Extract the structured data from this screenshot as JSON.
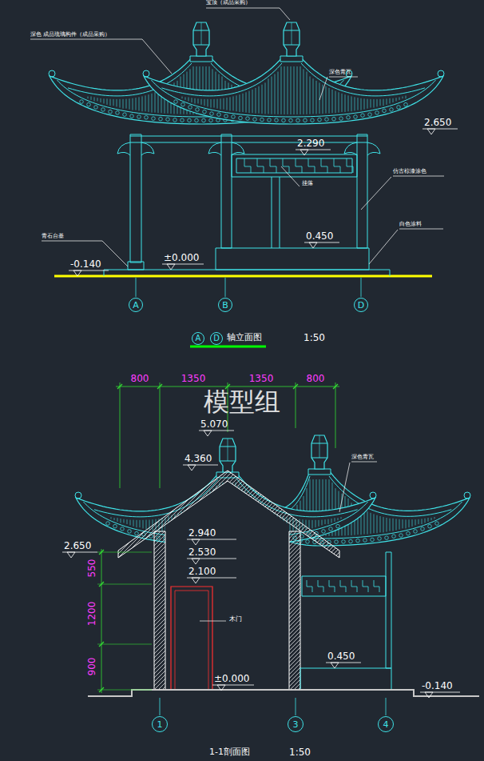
{
  "diagram": {
    "nodes": [
      {
        "text": [
          "A"
        ]
      },
      {
        "text": [
          "B"
        ]
      },
      {
        "text": [
          "D"
        ]
      },
      {
        "text": [
          "A"
        ]
      },
      {
        "text": [
          "D"
        ]
      },
      {
        "text": [
          "1"
        ]
      },
      {
        "text": [
          "3"
        ]
      },
      {
        "text": [
          "4"
        ]
      }
    ],
    "labels": [
      "宝顶（成品采购）",
      "深色 成品琉璃构件（成品采购）",
      "深色青瓦",
      "2.650",
      "2.290",
      "挂落",
      "仿古棕漆涂色",
      "白色涂料",
      "0.450",
      "青石台基",
      "-0.140",
      "±0.000",
      "轴立面图",
      "1:50",
      "800",
      "1350",
      "1350",
      "800",
      "模型组",
      "5.070",
      "4.360",
      "深色青瓦",
      "2.650",
      "2.940",
      "2.530",
      "2.100",
      "550",
      "1200",
      "900",
      "木门",
      "±0.000",
      "0.450",
      "-0.140",
      "1-1剖面图",
      "1:50"
    ]
  }
}
